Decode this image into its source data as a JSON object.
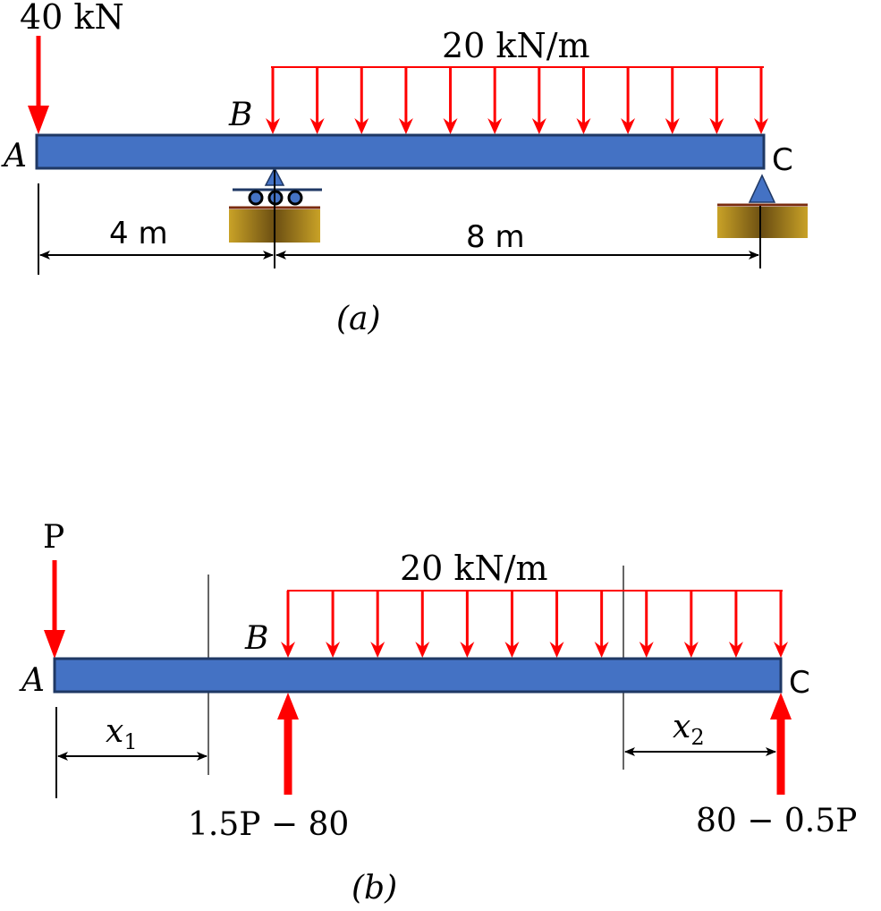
{
  "figure_a": {
    "point_load": "40 kN",
    "distributed_load": "20 kN/m",
    "label_A": "A",
    "label_B": "B",
    "label_C": "C",
    "dim_AB": "4 m",
    "dim_BC": "8 m",
    "caption": "(a)"
  },
  "figure_b": {
    "point_load": "P",
    "distributed_load": "20 kN/m",
    "label_A": "A",
    "label_B": "B",
    "label_C": "C",
    "x1_base": "x",
    "x1_sub": "1",
    "x2_base": "x",
    "x2_sub": "2",
    "reaction_B": "1.5P − 80",
    "reaction_C": "80 − 0.5P",
    "caption": "(b)"
  },
  "colors": {
    "beam_fill": "#4472C4",
    "beam_stroke": "#1F3864",
    "load": "#FF0000",
    "support_block": "#C9A227",
    "dimension": "#000000"
  }
}
